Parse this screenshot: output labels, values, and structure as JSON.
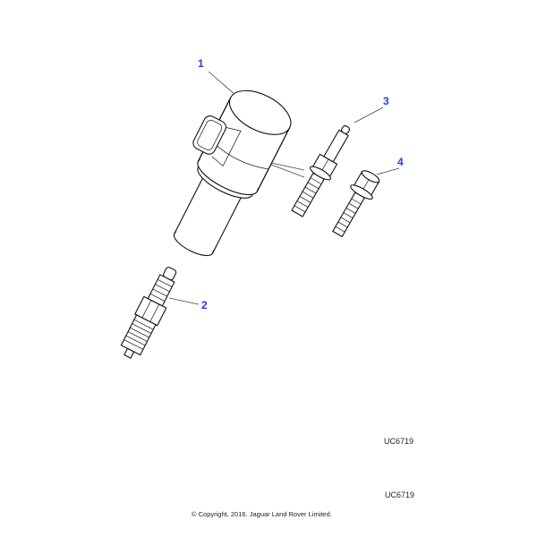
{
  "diagram": {
    "callouts": [
      {
        "label": "1",
        "part": "ignition-coil"
      },
      {
        "label": "2",
        "part": "spark-plug"
      },
      {
        "label": "3",
        "part": "stud"
      },
      {
        "label": "4",
        "part": "bolt"
      }
    ],
    "reference_top": "UC6719",
    "reference_bottom": "UC6719",
    "copyright": "© Copyright, 2016. Jaguar Land Rover Limited.",
    "callout_color": "#1f3bff"
  }
}
